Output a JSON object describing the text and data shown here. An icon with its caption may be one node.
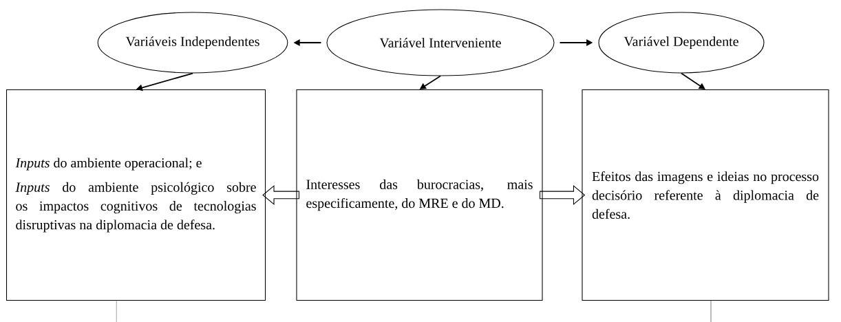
{
  "diagram": {
    "nodes": [
      {
        "text": [
          "Variáveis Independentes"
        ]
      },
      {
        "text": [
          "Variável Interveniente"
        ]
      },
      {
        "text": [
          "Variável Dependente"
        ]
      },
      {
        "text": [
          "*Inputs* do ambiente operacional; e",
          "*Inputs* do ambiente psicológico sobre os impactos cognitivos de tecnologias disruptivas na diplomacia de defesa."
        ]
      },
      {
        "text": [
          "Interesses das burocracias, mais especificamente, do MRE e do MD."
        ]
      },
      {
        "text": [
          "Efeitos das imagens e ideias no processo decisório referente à diplomacia de defesa."
        ]
      }
    ],
    "edges": [
      {
        "from": 1,
        "to": 0,
        "arrow": "to"
      },
      {
        "from": 1,
        "to": 2,
        "arrow": "to"
      },
      {
        "from": 0,
        "to": 3,
        "arrow": "to"
      },
      {
        "from": 1,
        "to": 4,
        "arrow": "to"
      },
      {
        "from": 2,
        "to": 5,
        "arrow": "to"
      },
      {
        "from": 4,
        "to": 3,
        "arrow": "to"
      },
      {
        "from": 4,
        "to": 5,
        "arrow": "to"
      },
      {
        "from": 3,
        "to": null,
        "arrow": "none"
      },
      {
        "from": 5,
        "to": null,
        "arrow": "none"
      }
    ]
  }
}
